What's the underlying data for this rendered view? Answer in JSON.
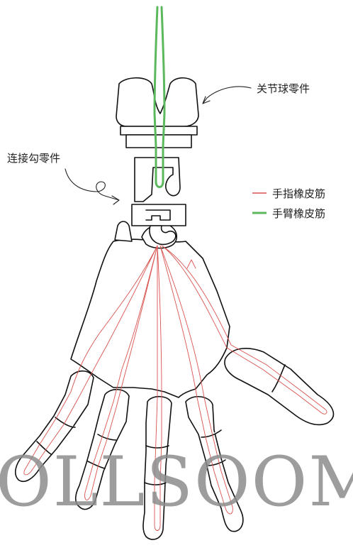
{
  "labels": {
    "ball_joint": "关节球零件",
    "hook_connector": "连接勾零件",
    "finger_band": "手指橡皮筋",
    "arm_band": "手臂橡皮筋"
  },
  "legend_colors": {
    "finger_band": "#d9534f",
    "arm_band": "#5cb85c"
  },
  "watermark": "OLLSOOM"
}
